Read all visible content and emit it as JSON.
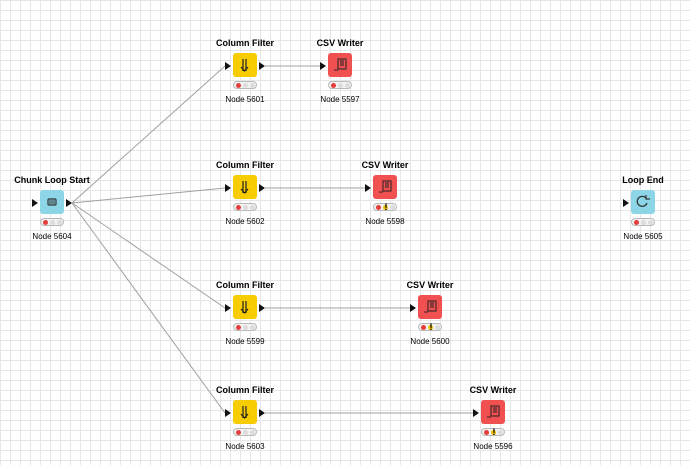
{
  "colors": {
    "loop": "#8cd6e8",
    "filter": "#f7cc00",
    "writer": "#f05050",
    "connection": "#a0a0a0",
    "status_red": "#e53c3c",
    "status_yellow": "#f2c200"
  },
  "nodes": [
    {
      "id": "n5604",
      "type": "chunk-loop-start",
      "title": "Chunk Loop Start",
      "label": "Node 5604",
      "status": "red",
      "warning": ""
    },
    {
      "id": "n5601",
      "type": "column-filter",
      "title": "Column Filter",
      "label": "Node 5601",
      "status": "red",
      "warning": ""
    },
    {
      "id": "n5597",
      "type": "csv-writer",
      "title": "CSV Writer",
      "label": "Node 5597",
      "status": "red",
      "warning": ""
    },
    {
      "id": "n5602",
      "type": "column-filter",
      "title": "Column Filter",
      "label": "Node 5602",
      "status": "red",
      "warning": ""
    },
    {
      "id": "n5598",
      "type": "csv-writer",
      "title": "CSV Writer",
      "label": "Node 5598",
      "status": "red",
      "warning": "!"
    },
    {
      "id": "n5599",
      "type": "column-filter",
      "title": "Column Filter",
      "label": "Node 5599",
      "status": "red",
      "warning": ""
    },
    {
      "id": "n5600",
      "type": "csv-writer",
      "title": "CSV Writer",
      "label": "Node 5600",
      "status": "red",
      "warning": "!"
    },
    {
      "id": "n5603",
      "type": "column-filter",
      "title": "Column Filter",
      "label": "Node 5603",
      "status": "red",
      "warning": ""
    },
    {
      "id": "n5596",
      "type": "csv-writer",
      "title": "CSV Writer",
      "label": "Node 5596",
      "status": "red",
      "warning": "!"
    },
    {
      "id": "n5605",
      "type": "loop-end",
      "title": "Loop End",
      "label": "Node 5605",
      "status": "red",
      "warning": ""
    }
  ],
  "connections": [
    {
      "from": "n5604",
      "to": "n5601"
    },
    {
      "from": "n5604",
      "to": "n5602"
    },
    {
      "from": "n5604",
      "to": "n5599"
    },
    {
      "from": "n5604",
      "to": "n5603"
    },
    {
      "from": "n5601",
      "to": "n5597"
    },
    {
      "from": "n5602",
      "to": "n5598"
    },
    {
      "from": "n5599",
      "to": "n5600"
    },
    {
      "from": "n5603",
      "to": "n5596"
    }
  ]
}
